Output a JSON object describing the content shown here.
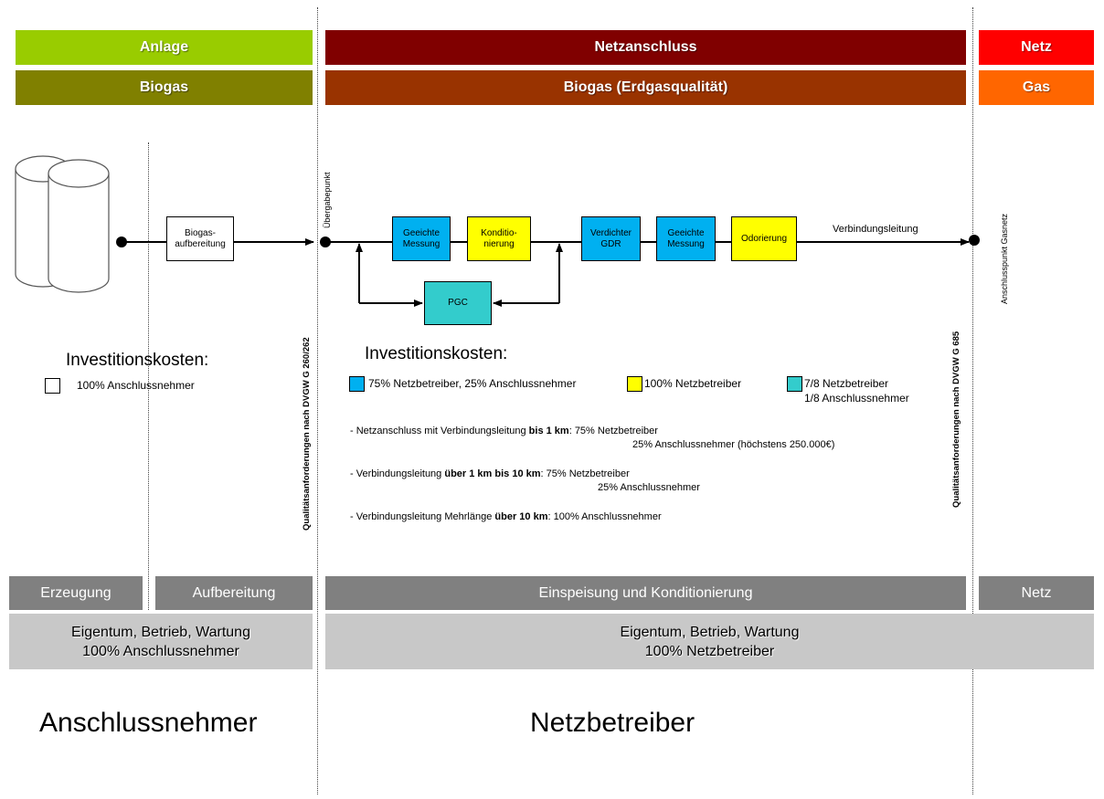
{
  "colors": {
    "anlage": "#99cc00",
    "biogas": "#808000",
    "netzanschluss": "#800000",
    "biogas_erdgas": "#993300",
    "netz": "#ff0000",
    "gas": "#ff6600",
    "grey_bar": "#808080",
    "light_bar": "#c8c8c8",
    "cyan": "#00b0f0",
    "yellow": "#ffff00",
    "teal": "#33cccc"
  },
  "header": {
    "anlage": "Anlage",
    "biogas": "Biogas",
    "netzanschluss": "Netzanschluss",
    "biogas_erdgas": "Biogas (Erdgasqualität)",
    "netz": "Netz",
    "gas": "Gas"
  },
  "diagram": {
    "biogas_aufbereitung": [
      "Biogas-",
      "aufbereitung"
    ],
    "uebergabepunkt": "Übergabepunkt",
    "quality_left": "Qualitätsanforderungen nach DVGW G 260/262",
    "quality_right": "Qualitätsanforderungen nach DVGW G 685",
    "anschlusspunkt": "Anschlusspunkt Gasnetz",
    "geeichte_messung_1": [
      "Geeichte",
      "Messung"
    ],
    "konditionierung": [
      "Konditio-",
      "nierung"
    ],
    "verdichter": [
      "Verdichter",
      "GDR"
    ],
    "geeichte_messung_2": [
      "Geeichte",
      "Messung"
    ],
    "odorierung": "Odorierung",
    "verbindungsleitung": "Verbindungsleitung",
    "pgc": "PGC"
  },
  "left_costs": {
    "title": "Investitionskosten:",
    "legend": "100% Anschlussnehmer"
  },
  "right_costs": {
    "title": "Investitionskosten:",
    "legend_cyan": "75% Netzbetreiber, 25% Anschlussnehmer",
    "legend_yellow": "100% Netzbetreiber",
    "legend_teal_1": "7/8 Netzbetreiber",
    "legend_teal_2": "1/8 Anschlussnehmer",
    "note1_pre": "- Netzanschluss mit Verbindungsleitung ",
    "note1_bold": "bis 1 km",
    "note1_post": ": 75% Netzbetreiber",
    "note1_line2": "25% Anschlussnehmer (höchstens 250.000€)",
    "note2_pre": "- Verbindungsleitung ",
    "note2_bold": "über 1 km bis 10 km",
    "note2_post": ": 75% Netzbetreiber",
    "note2_line2": "25% Anschlussnehmer",
    "note3_pre": "- Verbindungsleitung Mehrlänge ",
    "note3_bold": "über 10 km",
    "note3_post": ": 100% Anschlussnehmer"
  },
  "footer": {
    "erzeugung": "Erzeugung",
    "aufbereitung": "Aufbereitung",
    "einspeisung": "Einspeisung und Konditionierung",
    "netz": "Netz",
    "left_owner_1": "Eigentum, Betrieb, Wartung",
    "left_owner_2": "100% Anschlussnehmer",
    "right_owner_1": "Eigentum, Betrieb, Wartung",
    "right_owner_2": "100% Netzbetreiber",
    "anschlussnehmer": "Anschlussnehmer",
    "netzbetreiber": "Netzbetreiber"
  }
}
